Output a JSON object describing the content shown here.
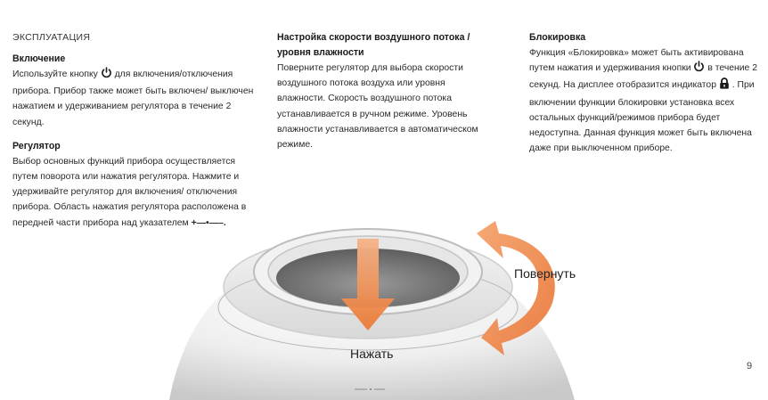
{
  "section_title": "ЭКСПЛУАТАЦИЯ",
  "power": {
    "heading": "Включение",
    "text_a": "Используйте кнопку",
    "text_b": "для включения/отключения прибора. Прибор также может быть включен/ выключен нажатием и удерживанием регулятора в течение 2 секунд.",
    "icon": "power-icon"
  },
  "regulator": {
    "heading": "Регулятор",
    "text": "Выбор основных функций прибора осуществляется путем поворота или нажатия регулятора. Нажмите и удерживайте регулятор для включения/ отключения прибора. Область нажатия регулятора расположена в передней части прибора над указателем",
    "marker": "+—•—–."
  },
  "speed": {
    "heading": "Настройка скорости воздушного потока / уровня влажности",
    "text": "Поверните регулятор для выбора скорости воздушного потока воздуха или уровня влажности. Скорость воздушного потока устанавливается в ручном режиме. Уровень влажности устанавливается в автоматическом режиме."
  },
  "lock": {
    "heading": "Блокировка",
    "text_a": "Функция «Блокировка» может быть активирована путем нажатия и удерживания кнопки",
    "text_b": "в течение 2 секунд. На дисплее отобразится индикатор",
    "text_c": ". При включении функции блокировки установка всех остальных функций/режимов прибора будет недоступна. Данная функция может быть включена даже при выключенном приборе.",
    "icons": [
      "power-icon",
      "lock-icon"
    ]
  },
  "illustration": {
    "press_label": "Нажать",
    "rotate_label": "Повернуть",
    "base_marker": "+—•—–",
    "arrow_color": "#ef8a4c"
  },
  "page_number": "9"
}
